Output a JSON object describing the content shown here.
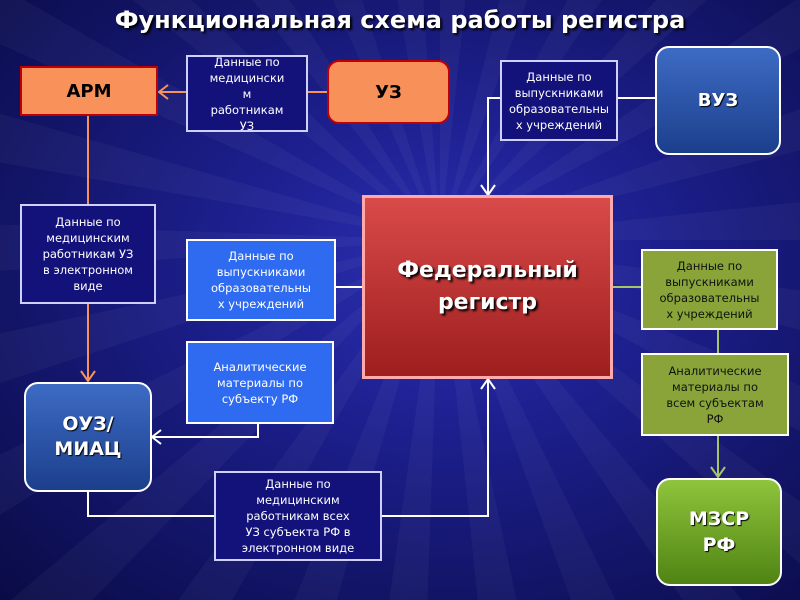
{
  "title": "Функциональная схема работы регистра",
  "nodes": {
    "arm": "АРМ",
    "uz": "УЗ",
    "vuz": "ВУЗ",
    "federal_registry": [
      "Федеральный",
      "регистр"
    ],
    "ouz_miac": [
      "ОУЗ/",
      "МИАЦ"
    ],
    "mzsr_rf": [
      "МЗСР",
      "РФ"
    ]
  },
  "labels": {
    "uz_to_arm": [
      "Данные по",
      "медицински",
      "м",
      "работникам",
      "УЗ"
    ],
    "vuz_graduates": [
      "Данные по",
      "выпускниками",
      "образовательны",
      "х учреждений"
    ],
    "arm_electronic": [
      "Данные по",
      "медицинским",
      "работникам УЗ",
      "в электронном",
      "виде"
    ],
    "fed_graduates_left": [
      "Данные по",
      "выпускниками",
      "образовательны",
      "х учреждений"
    ],
    "analytics_subject": [
      "Аналитические",
      "материалы по",
      "субъекту РФ"
    ],
    "fed_graduates_right": [
      "Данные по",
      "выпускниками",
      "образовательны",
      "х учреждений"
    ],
    "analytics_all": [
      "Аналитические",
      "материалы по",
      "всем субъектам",
      "РФ"
    ],
    "all_subject_data": [
      "Данные по",
      "медицинским",
      "работникам всех",
      "УЗ субъекта РФ в",
      "электронном виде"
    ]
  },
  "colors": {
    "background": "#1d1f8e",
    "connector_orange": "#f9925a",
    "connector_white": "#ffffff",
    "connector_green": "#a8c46a",
    "federal_fill": "#c03030",
    "navy_label": "#13127a",
    "blue_label": "#2f6bf0",
    "olive_label": "#8aa43a"
  }
}
